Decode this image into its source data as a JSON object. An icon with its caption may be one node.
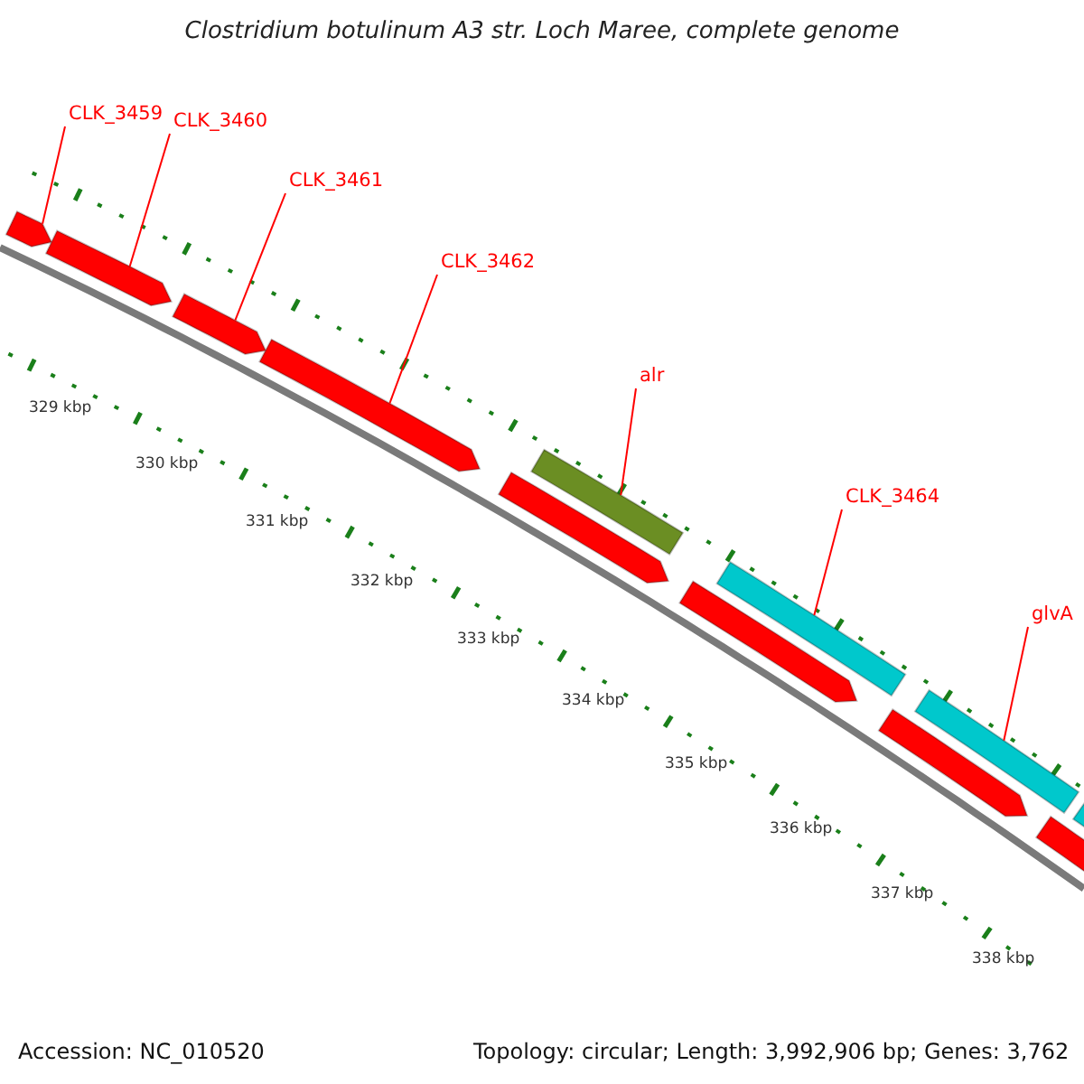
{
  "diagram": {
    "title": "Clostridium botulinum A3 str. Loch Maree, complete genome",
    "nodes": [
      {
        "text": [
          "CLK_3459"
        ]
      },
      {
        "text": [
          "CLK_3460"
        ]
      },
      {
        "text": [
          "CLK_3461"
        ]
      },
      {
        "text": [
          "CLK_3462"
        ]
      },
      {
        "text": [
          "alr"
        ]
      },
      {
        "text": [
          "CLK_3464"
        ]
      },
      {
        "text": [
          "glvA"
        ]
      },
      {
        "text": [],
        "shape": "bar"
      },
      {
        "text": [],
        "shape": "bar"
      },
      {
        "text": [],
        "shape": "bar"
      },
      {
        "text": [],
        "shape": "bar"
      },
      {
        "text": [],
        "shape": "bar"
      },
      {
        "text": [],
        "shape": "bar"
      },
      {
        "text": [],
        "shape": "bar"
      },
      {
        "text": [],
        "shape": "bar"
      },
      {
        "text": [],
        "shape": "bar"
      },
      {
        "text": [],
        "shape": "bar"
      },
      {
        "text": [],
        "shape": "bar"
      },
      {
        "text": [],
        "shape": "bar"
      }
    ],
    "edges": [
      {
        "from": 0,
        "to": 7,
        "arrow": "none"
      },
      {
        "from": 1,
        "to": 8,
        "arrow": "none"
      },
      {
        "from": 2,
        "to": 9,
        "arrow": "none"
      },
      {
        "from": 3,
        "to": 10,
        "arrow": "none"
      },
      {
        "from": 4,
        "to": 12,
        "arrow": "none"
      },
      {
        "from": 5,
        "to": 14,
        "arrow": "none"
      },
      {
        "from": 6,
        "to": 16,
        "arrow": "none"
      }
    ],
    "labels": [
      "329 kbp",
      "330 kbp",
      "331 kbp",
      "332 kbp",
      "333 kbp",
      "334 kbp",
      "335 kbp",
      "336 kbp",
      "337 kbp",
      "338 kbp",
      "Accession: NC_010520",
      "Topology: circular; Length: 3,992,906 bp; Genes: 3,762"
    ]
  }
}
